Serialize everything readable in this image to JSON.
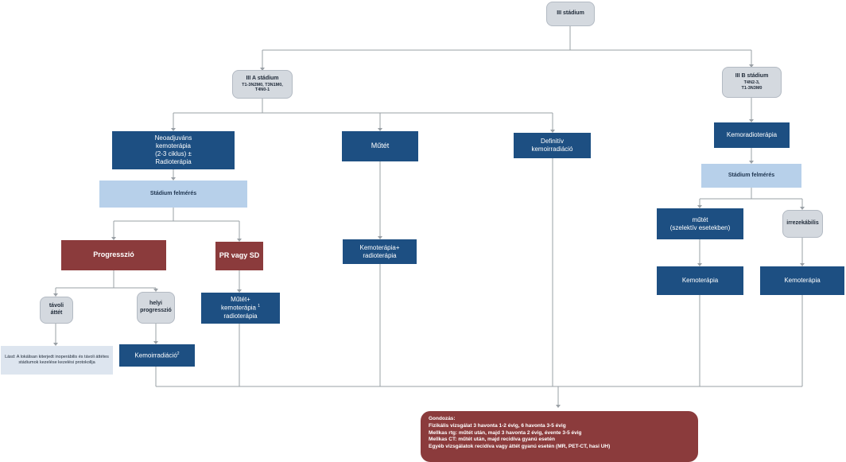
{
  "diagram": {
    "colors": {
      "grey_node": "#d4d9df",
      "dark_blue": "#1d4f82",
      "light_blue": "#b7d0ea",
      "dark_red": "#8b3b3c",
      "note": "#dde5ef",
      "line": "#9aa0a6"
    },
    "root": "III stádium",
    "stage_3a": {
      "line1": "III A stádium",
      "line2": "T1-3N2M0, T3N1M0,",
      "line3": "T4N0-1"
    },
    "stage_3b": {
      "line1": "III B stádium",
      "line2": "T4N2-3,",
      "line3": "T1-3N3M0"
    },
    "neoadjuvant": [
      "Neoadjuváns",
      "kemoterápia",
      "(2-3 ciklus) ±",
      "Radioterápia"
    ],
    "staging_left": "Stádium felmérés",
    "progression": "Progresszió",
    "pr_sd": "PR vagy SD",
    "distant": [
      "távoli",
      "áttét"
    ],
    "local": [
      "helyi",
      "progresszió"
    ],
    "note": "Lásd: A lokálisan kiterjedt inoperábilis és távoli áttétes stádiumok kezelése kezelési protokollja",
    "chemorad_left": "Kemoirradiáció",
    "surgery_combo": [
      "Műtét+",
      "kemoterápia",
      "radioterápia"
    ],
    "surgery": "Műtét",
    "chemo_radio": [
      "Kemoterápia+",
      "radioterápia"
    ],
    "definitive": [
      "Definitív",
      "kemoirradiáció"
    ],
    "chemoradio_3b": "Kemoradioterápia",
    "staging_right": "Stádium felmérés",
    "surgery_selective": [
      "műtét",
      "(szelektív esetekben)"
    ],
    "unresectable": "irrezekábilis",
    "chemo_a": "Kemoterápia",
    "chemo_b": "Kemoterápia",
    "followup": {
      "title": "Gondozás:",
      "lines": [
        "Fizikális vizsgálat 3 havonta 1-2 évig, 6 havonta 3-5 évig",
        "Mellkas rtg: műtét után, majd 3 havonta 2 évig, évente 3-5 évig",
        "Mellkas CT: műtét után, majd recidíva gyanú esetén",
        "Egyéb vizsgálatok recidíva vagy áttét gyanú esetén (MR, PET-CT, hasi UH)"
      ]
    },
    "footnotes": {
      "chemorad_sup": "2",
      "combo_sup": "1"
    }
  }
}
